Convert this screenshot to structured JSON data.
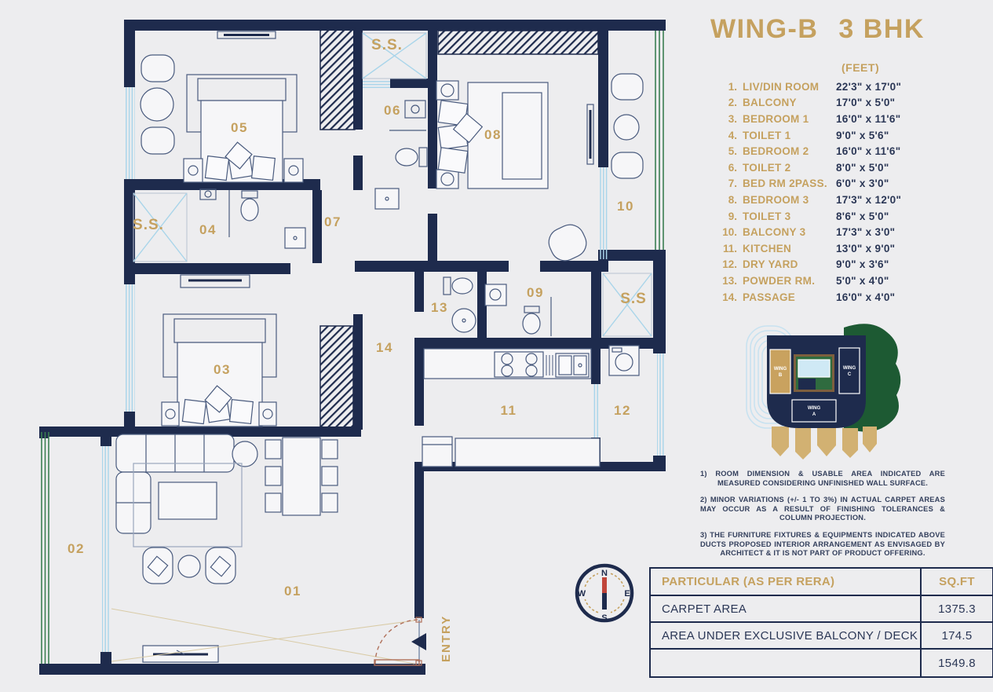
{
  "title": {
    "wing": "WING-B",
    "bhk": "3 BHK"
  },
  "unit_header": "(FEET)",
  "rooms": [
    {
      "num": "1.",
      "name": "LIV/DIN ROOM",
      "size": "22'3\" x 17'0\""
    },
    {
      "num": "2.",
      "name": "BALCONY",
      "size": "17'0\" x 5'0\""
    },
    {
      "num": "3.",
      "name": "BEDROOM 1",
      "size": "16'0\" x 11'6\""
    },
    {
      "num": "4.",
      "name": "TOILET 1",
      "size": "9'0\" x 5'6\""
    },
    {
      "num": "5.",
      "name": "BEDROOM 2",
      "size": "16'0\" x 11'6\""
    },
    {
      "num": "6.",
      "name": "TOILET 2",
      "size": "8'0\" x 5'0\""
    },
    {
      "num": "7.",
      "name": "BED RM 2PASS.",
      "size": "6'0\" x 3'0\""
    },
    {
      "num": "8.",
      "name": "BEDROOM 3",
      "size": "17'3\" x 12'0\""
    },
    {
      "num": "9.",
      "name": "TOILET 3",
      "size": "8'6\" x 5'0\""
    },
    {
      "num": "10.",
      "name": "BALCONY 3",
      "size": "17'3\" x 3'0\""
    },
    {
      "num": "11.",
      "name": "KITCHEN",
      "size": "13'0\" x 9'0\""
    },
    {
      "num": "12.",
      "name": "DRY YARD",
      "size": "9'0\" x 3'6\""
    },
    {
      "num": "13.",
      "name": "POWDER RM.",
      "size": "5'0\" x 4'0\""
    },
    {
      "num": "14.",
      "name": "PASSAGE",
      "size": "16'0\" x 4'0\""
    }
  ],
  "plan": {
    "labels": {
      "r01": "01",
      "r02": "02",
      "r03": "03",
      "r04": "04",
      "r05": "05",
      "r06": "06",
      "r07": "07",
      "r08": "08",
      "r09": "09",
      "r10": "10",
      "r11": "11",
      "r12": "12",
      "r13": "13",
      "r14": "14",
      "ss_top": "S.S.",
      "ss_left": "S.S.",
      "ss_right": "S.S",
      "entry": "ENTRY"
    }
  },
  "key_map": {
    "wings": [
      {
        "l1": "WING",
        "l2": "B"
      },
      {
        "l1": "WING",
        "l2": "C"
      },
      {
        "l1": "WING",
        "l2": "A"
      }
    ]
  },
  "notes": [
    "1) ROOM DIMENSION & USABLE AREA INDICATED ARE MEASURED CONSIDERING UNFINISHED WALL SURFACE.",
    "2) MINOR VARIATIONS (+/- 1 TO 3%) IN ACTUAL CARPET AREAS MAY OCCUR AS A RESULT OF FINISHING TOLERANCES & COLUMN PROJECTION.",
    "3) THE FURNITURE FIXTURES & EQUIPMENTS INDICATED ABOVE DUCTS PROPOSED INTERIOR ARRANGEMENT AS ENVISAGED BY ARCHITECT & IT IS NOT PART OF PRODUCT OFFERING."
  ],
  "compass": {
    "n": "N",
    "e": "E",
    "s": "S",
    "w": "W"
  },
  "table": {
    "header": [
      "PARTICULAR (AS PER RERA)",
      "SQ.FT"
    ],
    "rows": [
      [
        "CARPET AREA",
        "1375.3"
      ],
      [
        "AREA UNDER EXCLUSIVE BALCONY / DECK",
        "174.5"
      ],
      [
        "",
        "1549.8"
      ]
    ]
  },
  "colors": {
    "accent_gold": "#c5a15f",
    "wall_navy": "#1e2b4d",
    "window_blue": "#a9d5ea",
    "railing_green": "#3b7f52",
    "door_brown": "#b0705a"
  }
}
